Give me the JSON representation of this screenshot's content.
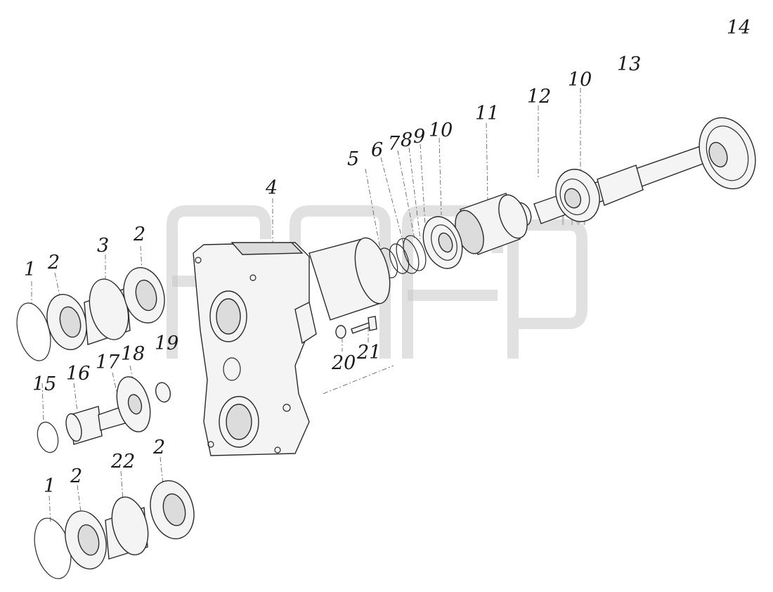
{
  "watermark": {
    "trademark": "TM"
  },
  "callouts": {
    "c1_top": "1",
    "c2_top_a": "2",
    "c3": "3",
    "c2_top_b": "2",
    "c4": "4",
    "c5": "5",
    "c6": "6",
    "c7": "7",
    "c8": "8",
    "c9": "9",
    "c10_a": "10",
    "c11": "11",
    "c12": "12",
    "c10_b": "10",
    "c13": "13",
    "c14": "14",
    "c15": "15",
    "c16": "16",
    "c17": "17",
    "c18": "18",
    "c19": "19",
    "c20": "20",
    "c21": "21",
    "c1_bot": "1",
    "c2_bot_a": "2",
    "c22": "22",
    "c2_bot_b": "2"
  }
}
